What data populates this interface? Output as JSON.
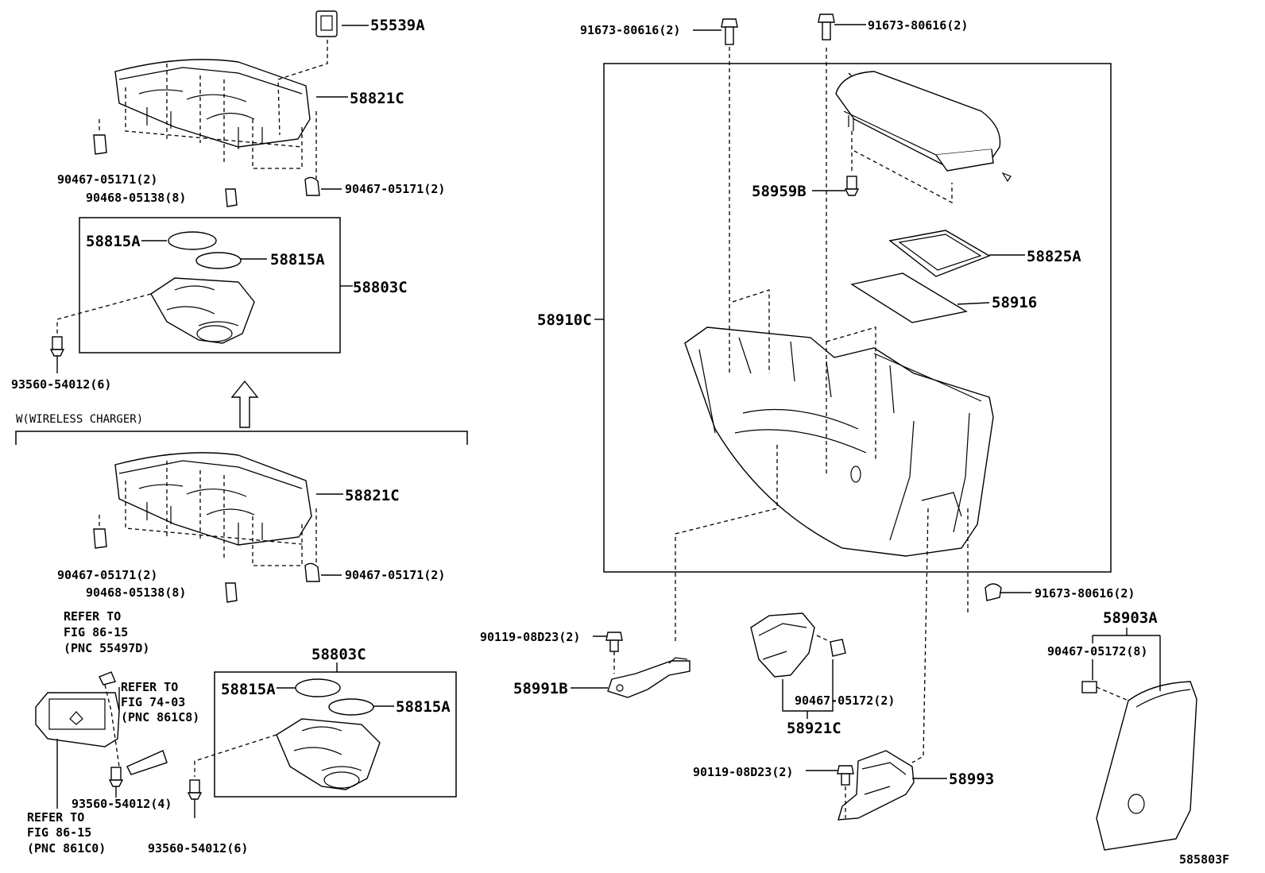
{
  "diagram_id": "585803F",
  "section_label": "W(WIRELESS CHARGER)",
  "callouts": {
    "p55539A": "55539A",
    "p58821C_top": "58821C",
    "p90467_05171_top_l": "90467-05171(2)",
    "p90467_05171_top_r": "90467-05171(2)",
    "p90468_05138_top": "90468-05138(8)",
    "p58815A_top_1": "58815A",
    "p58815A_top_2": "58815A",
    "p58803C_top": "58803C",
    "p93560_54012_top": "93560-54012(6)",
    "p58821C_bot": "58821C",
    "p90467_05171_bot_l": "90467-05171(2)",
    "p90467_05171_bot_r": "90467-05171(2)",
    "p90468_05138_bot": "90468-05138(8)",
    "p58803C_bot": "58803C",
    "p58815A_bot_1": "58815A",
    "p58815A_bot_2": "58815A",
    "p93560_54012_4": "93560-54012(4)",
    "p93560_54012_bot": "93560-54012(6)",
    "p91673_80616_a": "91673-80616(2)",
    "p91673_80616_b": "91673-80616(2)",
    "p58959B": "58959B",
    "p58825A": "58825A",
    "p58916": "58916",
    "p58910C": "58910C",
    "p91673_80616_c": "91673-80616(2)",
    "p58903A": "58903A",
    "p90467_05172_8": "90467-05172(8)",
    "p90119_08D23_a": "90119-08D23(2)",
    "p58991B": "58991B",
    "p90467_05172_2": "90467-05172(2)",
    "p58921C": "58921C",
    "p90119_08D23_b": "90119-08D23(2)",
    "p58993": "58993"
  },
  "refers": {
    "r1": [
      "REFER TO",
      "FIG 86-15",
      "(PNC 55497D)"
    ],
    "r2": [
      "REFER TO",
      "FIG 74-03",
      "(PNC 861C8)"
    ],
    "r3": [
      "REFER TO",
      "FIG 86-15",
      "(PNC 861C0)"
    ]
  }
}
